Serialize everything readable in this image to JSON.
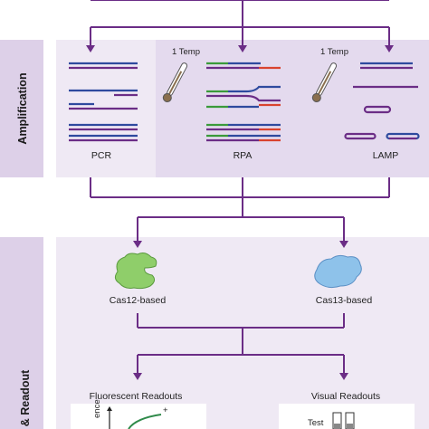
{
  "sections": {
    "amplification": "Amplification",
    "detection": "& Readout"
  },
  "amplification": {
    "pcr": "PCR",
    "rpa": "RPA",
    "lamp": "LAMP",
    "rpa_temp": "1 Temp",
    "lamp_temp": "1 Temp"
  },
  "detection": {
    "cas12": "Cas12-based",
    "cas13": "Cas13-based",
    "fluorescent": "Fluorescent Readouts",
    "visual": "Visual Readouts",
    "fluor_axis": "ence",
    "fluor_plus": "+",
    "test": "Test"
  },
  "colors": {
    "arrow": "#6b2d86",
    "panel_light": "#efe9f4",
    "panel_mid": "#e4daee",
    "side_box": "#ddd0e8",
    "strand_blue": "#2e4a9e",
    "strand_purple": "#6b2d86",
    "strand_red": "#d9432e",
    "strand_green": "#3a9a3a",
    "cas12_green": "#8fce6a",
    "cas13_blue": "#8ec2ea"
  }
}
